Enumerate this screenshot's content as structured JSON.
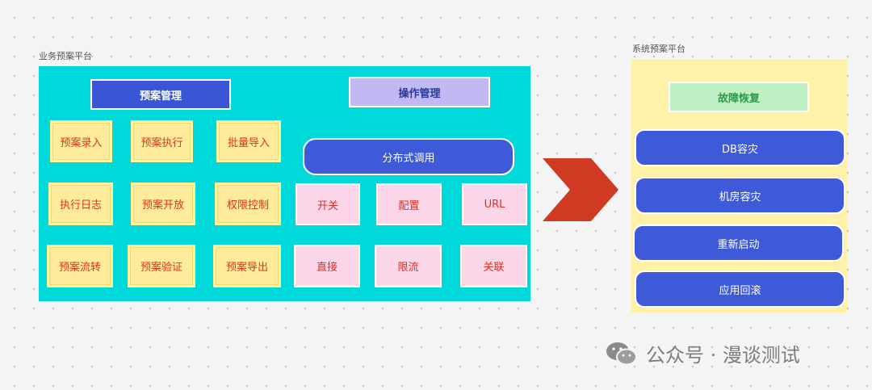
{
  "business": {
    "label": "业务预案平台",
    "plan_mgmt": "预案管理",
    "op_mgmt": "操作管理",
    "distributed_call": "分布式调用",
    "plan_items": [
      "预案录入",
      "预案执行",
      "批量导入",
      "执行日志",
      "预案开放",
      "权限控制",
      "预案流转",
      "预案验证",
      "预案导出"
    ],
    "op_items": [
      "开关",
      "配置",
      "URL",
      "直接",
      "限流",
      "关联"
    ]
  },
  "system": {
    "label": "系统预案平台",
    "fault_recovery": "故障恢复",
    "items": [
      "DB容灾",
      "机房容灾",
      "重新启动",
      "应用回滚"
    ]
  },
  "watermark": {
    "text": "公众号 · 漫谈测试"
  },
  "colors": {
    "business_bg": "#00d9d9",
    "system_bg": "#fff2a8",
    "arrow": "#d03a22",
    "pill_blue": "#3f5ad8"
  }
}
